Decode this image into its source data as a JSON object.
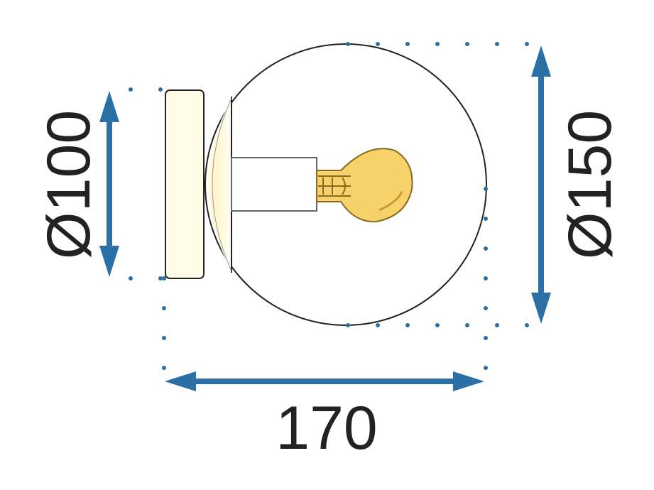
{
  "dimensions": {
    "base_diameter": "Ø100",
    "globe_diameter": "Ø150",
    "total_depth": "170"
  },
  "colors": {
    "arrow": "#2a6fa6",
    "guide_dots": "#2a6fa6",
    "outline": "#222222",
    "plate_fill": "#fffbe6",
    "bulb_fill": "#f7d26a",
    "bulb_stroke": "#8a6a1e",
    "socket_stroke": "#666666"
  },
  "icons": [
    "wall-plate",
    "glass-globe",
    "socket",
    "light-bulb",
    "dimension-arrow"
  ]
}
